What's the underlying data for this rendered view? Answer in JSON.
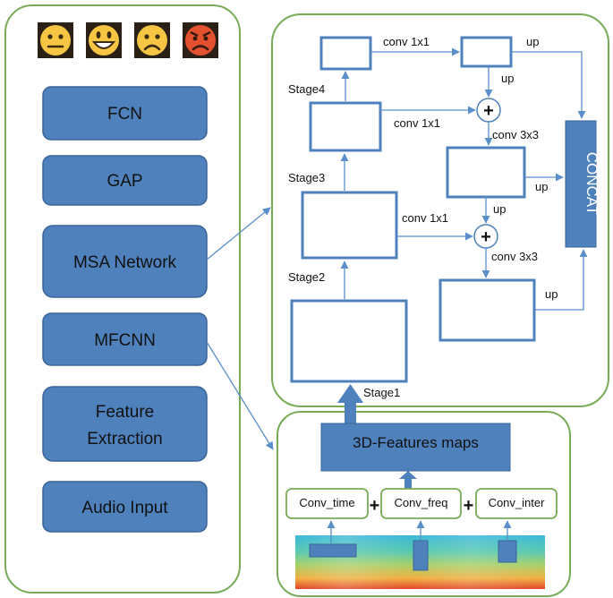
{
  "emotions": [
    {
      "icon": "neutral-face-icon",
      "mouth": "flat"
    },
    {
      "icon": "grinning-face-icon",
      "mouth": "grin"
    },
    {
      "icon": "sad-face-icon",
      "mouth": "frown"
    },
    {
      "icon": "angry-face-icon",
      "mouth": "frown"
    }
  ],
  "pipeline": {
    "fcn": "FCN",
    "gap": "GAP",
    "msa": "MSA Network",
    "mfcnn": "MFCNN",
    "feature_line1": "Feature",
    "feature_line2": "Extraction",
    "audio": "Audio Input"
  },
  "msa": {
    "stage1": "Stage1",
    "stage2": "Stage2",
    "stage3": "Stage3",
    "stage4": "Stage4",
    "conv1x1": "conv 1x1",
    "conv3x3": "conv 3x3",
    "up": "up",
    "concat": "CONCAT",
    "plus": "+"
  },
  "mfcnn_panel": {
    "features_map": "3D-Features maps",
    "conv_time": "Conv_time",
    "conv_freq": "Conv_freq",
    "conv_inter": "Conv_inter",
    "plus": "+"
  },
  "colors": {
    "panel_border": "#78ab58",
    "box_fill": "#4f81bd",
    "box_border": "#3a6496",
    "arrow": "#5b8fc9",
    "neutral_face": "#f6c544",
    "angry_face": "#e4512e"
  }
}
